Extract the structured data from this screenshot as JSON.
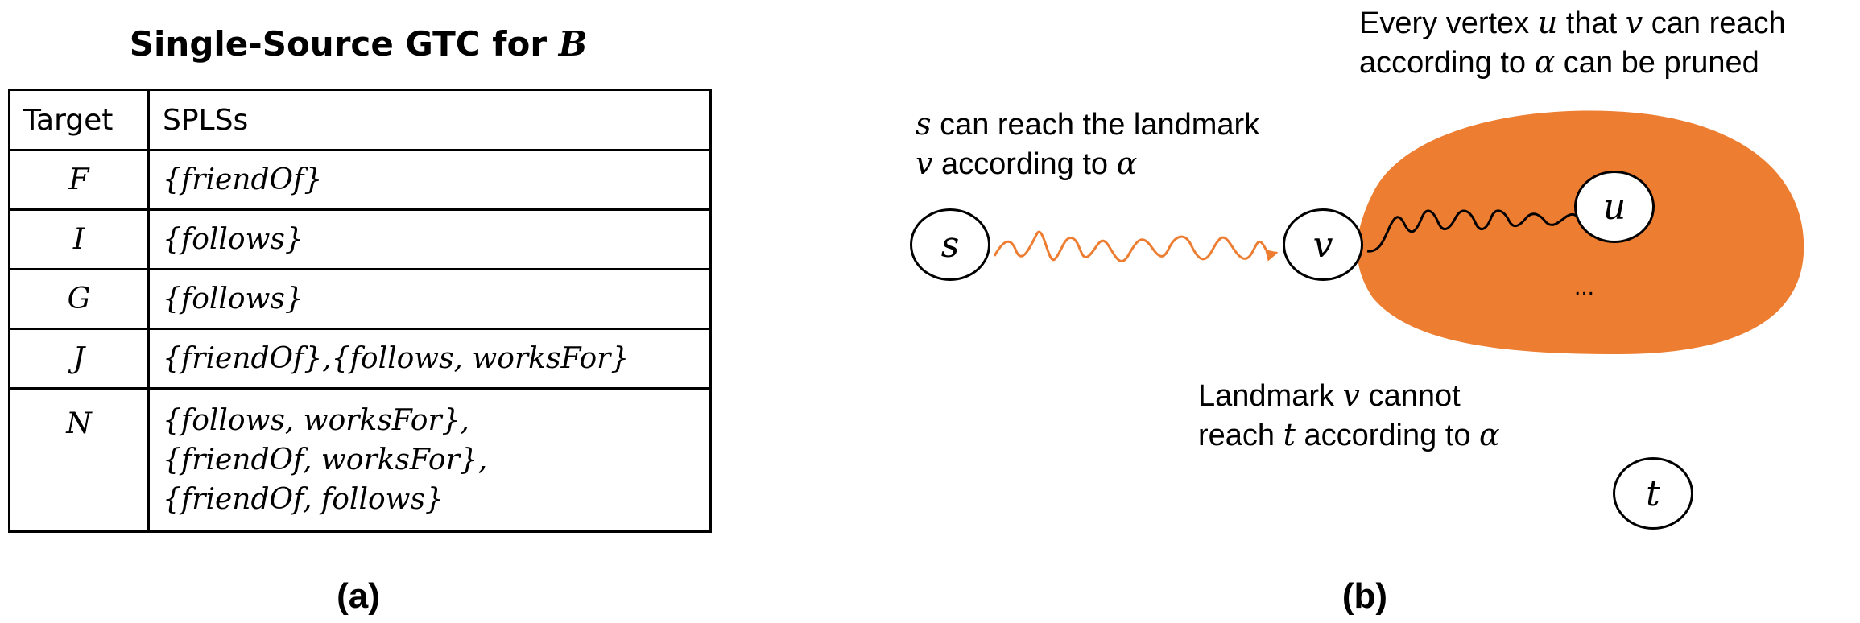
{
  "panel_a": {
    "title_text": "Single-Source GTC for ",
    "title_var": "B",
    "table": {
      "headers": [
        "Target",
        "SPLSs"
      ],
      "rows": [
        {
          "target": "F",
          "splss": [
            "{friendOf}"
          ]
        },
        {
          "target": "I",
          "splss": [
            "{follows}"
          ]
        },
        {
          "target": "G",
          "splss": [
            "{follows}"
          ]
        },
        {
          "target": "J",
          "splss": [
            "{friendOf},{follows, worksFor}"
          ]
        },
        {
          "target": "N",
          "splss": [
            "{follows, worksFor},",
            "{friendOf, worksFor},",
            "{friendOf, follows}"
          ]
        }
      ]
    },
    "caption": "(a)"
  },
  "panel_b": {
    "nodes": {
      "s": "s",
      "v": "v",
      "u": "u",
      "t": "t"
    },
    "ellipsis": "...",
    "label_s_reach": {
      "line1_var": "s",
      "line1_text": " can reach the landmark",
      "line2_var": "v",
      "line2_text": " according to ",
      "line2_alpha": "α"
    },
    "label_top": {
      "line1_a": "Every vertex ",
      "line1_u": "u",
      "line1_b": " that ",
      "line1_v": "v",
      "line1_c": " can reach",
      "line2_a": "according to ",
      "line2_alpha": "α",
      "line2_b": " can be pruned"
    },
    "label_bottom": {
      "line1_a": "Landmark ",
      "line1_v": "v",
      "line1_b": " cannot",
      "line2_a": "reach ",
      "line2_t": "t",
      "line2_b": " according to ",
      "line2_alpha": "α"
    },
    "caption": "(b)",
    "colors": {
      "blob": "#ED7D31",
      "orange_path": "#ED7D31",
      "black_path": "#000000"
    }
  }
}
